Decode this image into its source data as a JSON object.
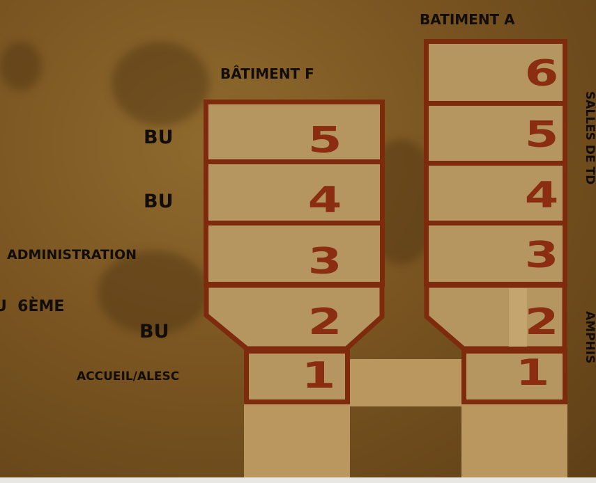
{
  "colors": {
    "frame": "#7e2b0d",
    "floor_fill": "#b59660",
    "numbers": "#8a2d10",
    "labels": "#120d08",
    "background": "#7a5521"
  },
  "building_f": {
    "title": "BÂTIMENT F",
    "floors": {
      "f1": "1",
      "f2": "2",
      "f3": "3",
      "f4": "4",
      "f5": "5"
    },
    "labels": {
      "floor5": "BU",
      "floor4": "BU",
      "floor3": "ADMINISTRATION",
      "floor2": "BU",
      "floor1": "ACCUEIL/ALESC"
    }
  },
  "building_a": {
    "title": "BATIMENT A",
    "floors": {
      "f1": "1",
      "f2": "2",
      "f3": "3",
      "f4": "4",
      "f5": "5",
      "f6": "6"
    },
    "side_labels": {
      "upper": "SALLES DE TD",
      "lower": "AMPHIS"
    }
  },
  "partial_text": "U  6ÈME"
}
